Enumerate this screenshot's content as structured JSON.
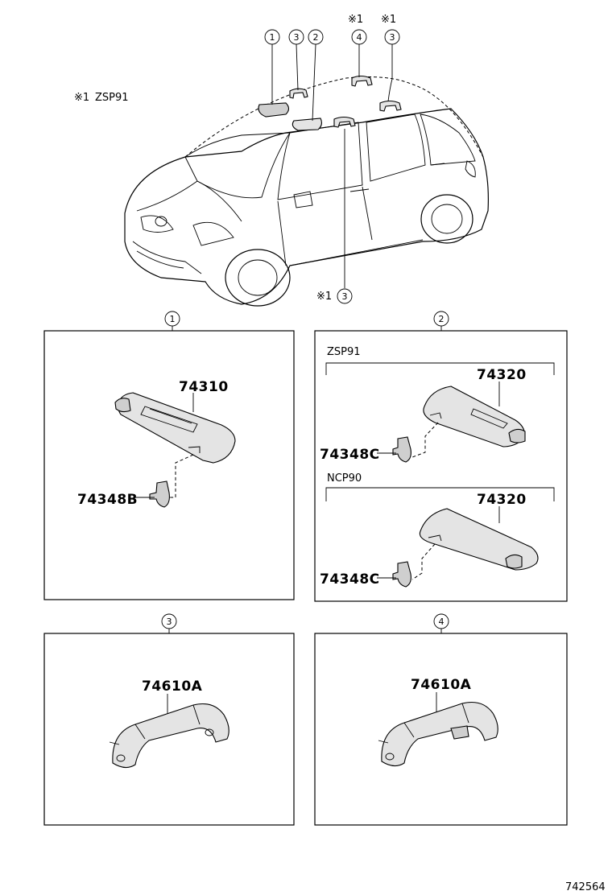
{
  "note": {
    "mark": "※1",
    "text": "ZSP91"
  },
  "car_callouts": [
    {
      "num": "1",
      "mark": ""
    },
    {
      "num": "3",
      "mark": ""
    },
    {
      "num": "2",
      "mark": ""
    },
    {
      "num": "4",
      "mark": "※1"
    },
    {
      "num": "3",
      "mark": "※1"
    },
    {
      "num": "3",
      "mark": "※1"
    }
  ],
  "panels": [
    {
      "num": "1",
      "parts": [
        "74310",
        "74348B"
      ]
    },
    {
      "num": "2",
      "groups": [
        {
          "model": "ZSP91",
          "parts": [
            "74320",
            "74348C"
          ]
        },
        {
          "model": "NCP90",
          "parts": [
            "74320",
            "74348C"
          ]
        }
      ]
    },
    {
      "num": "3",
      "parts": [
        "74610A"
      ]
    },
    {
      "num": "4",
      "parts": [
        "74610A"
      ]
    }
  ],
  "diagram_id": "742564"
}
